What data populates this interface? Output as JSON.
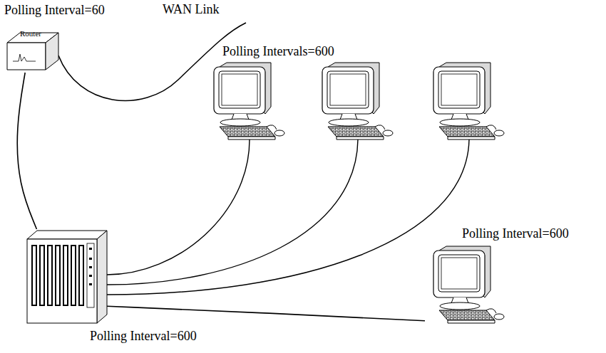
{
  "diagram": {
    "nodes": [
      {
        "text": [
          "Polling Interval=60",
          "Router"
        ]
      },
      {
        "text": [
          "Polling Interval=600"
        ]
      },
      {
        "text": [
          "Polling Interval=600"
        ]
      }
    ],
    "edges": [
      {
        "from": 0,
        "to": 1,
        "arrow": "none"
      },
      {
        "from": 1,
        "to": 2,
        "arrow": "none"
      }
    ],
    "labels": [
      "WAN Link",
      "Polling Intervals=600"
    ]
  }
}
